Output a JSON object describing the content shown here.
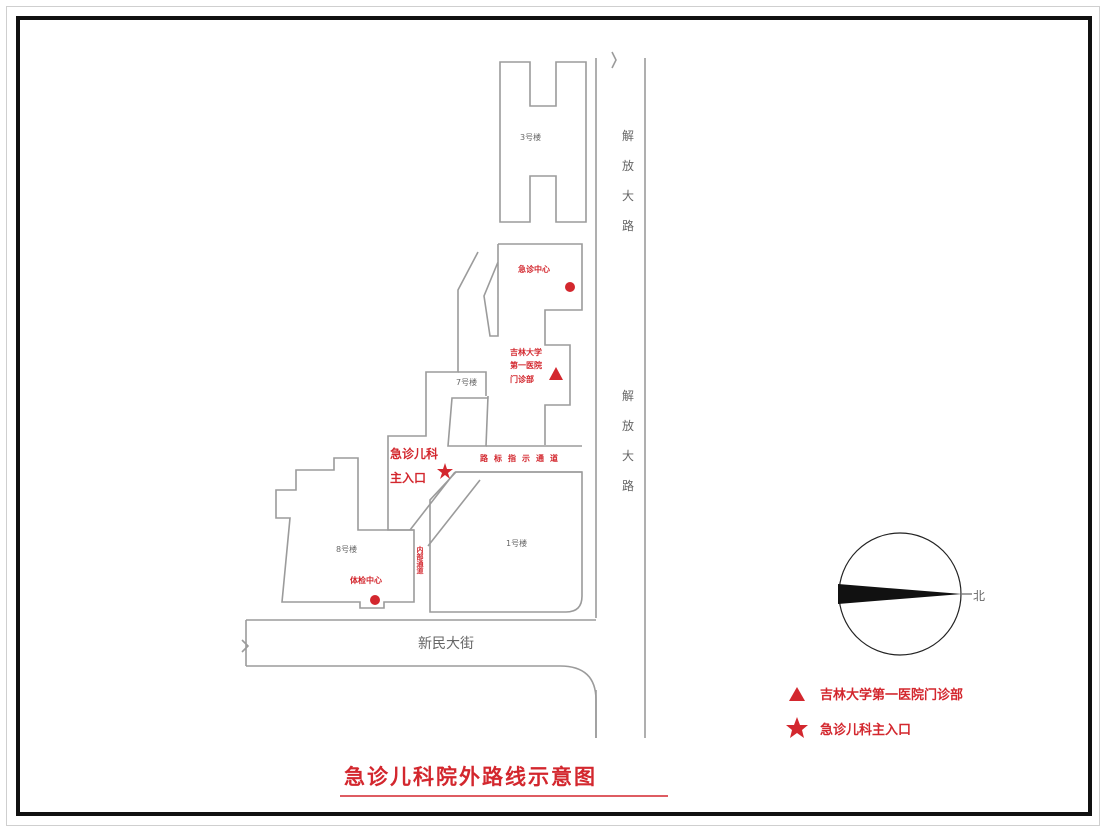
{
  "map": {
    "title": "急诊儿科院外路线示意图",
    "roads": {
      "east_road_upper": "解放大路",
      "east_road_lower": "解放大路",
      "south_road": "新民大街",
      "inner_road": "路标指示通道",
      "inner_vertical": "内部通道"
    },
    "buildings": {
      "b3": "3号楼",
      "b7": "7号楼",
      "b1": "1号楼",
      "b8": "8号楼",
      "north_dot_label": "急诊中心",
      "outpatient": [
        "吉林大学",
        "第一医院",
        "门诊部"
      ],
      "emergency_entrance": [
        "急诊儿科",
        "主入口"
      ],
      "physical_center": "体检中心"
    },
    "compass": {
      "north": "北"
    },
    "legend": [
      {
        "symbol": "triangle",
        "label": "吉林大学第一医院门诊部"
      },
      {
        "symbol": "star",
        "label": "急诊儿科主入口"
      }
    ],
    "colors": {
      "accent": "#d3272e",
      "outline": "#9b9b9b",
      "frame": "#111111"
    }
  }
}
